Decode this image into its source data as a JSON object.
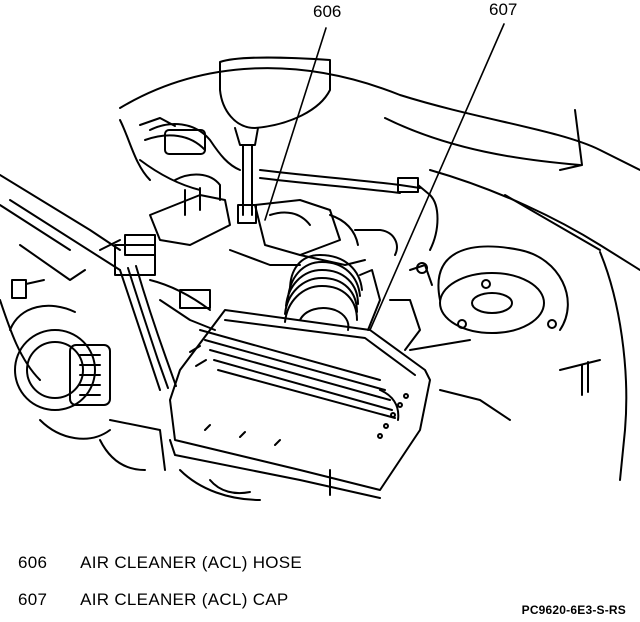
{
  "figure": {
    "code": "PC9620-6E3-S-RS"
  },
  "callouts": [
    {
      "number": "606",
      "label": "AIR CLEANER (ACL) HOSE"
    },
    {
      "number": "607",
      "label": "AIR CLEANER (ACL) CAP"
    }
  ],
  "colors": {
    "ink": "#000000",
    "paper": "#ffffff"
  }
}
